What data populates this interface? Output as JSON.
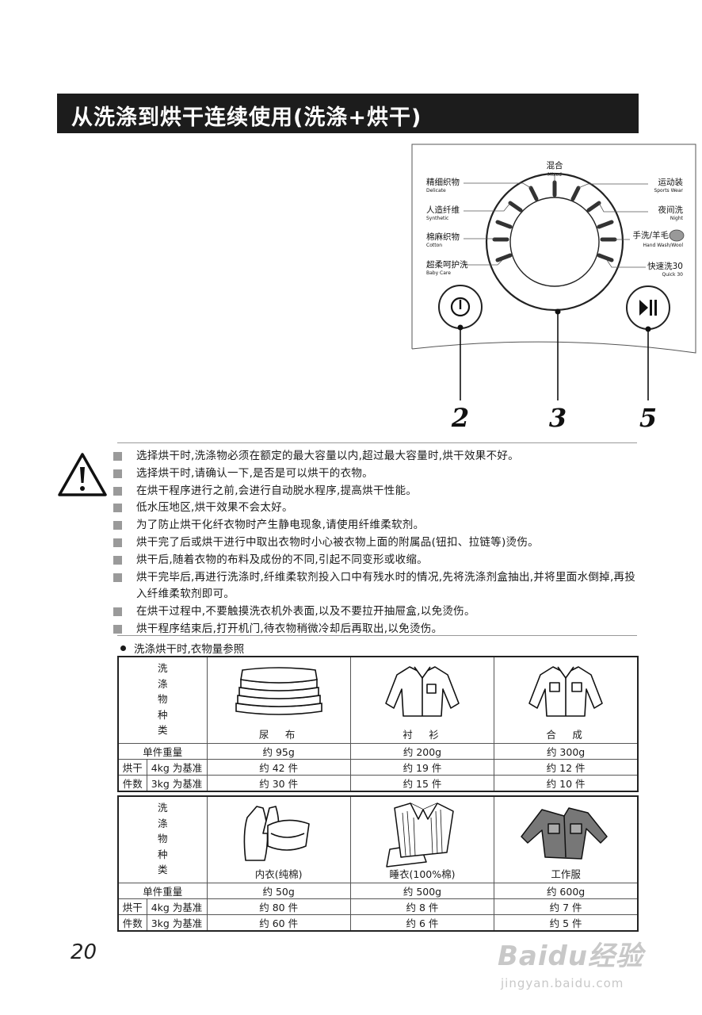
{
  "title": "从洗涤到烘干连续使用(洗涤+烘干)",
  "panel": {
    "top_label": {
      "zh": "混合",
      "en": "Mixed"
    },
    "left_labels": [
      {
        "zh": "精细织物",
        "en": "Delicate"
      },
      {
        "zh": "人造纤维",
        "en": "Synthetic"
      },
      {
        "zh": "棉麻织物",
        "en": "Cotton"
      },
      {
        "zh": "超柔呵护洗",
        "en": "Baby Care"
      }
    ],
    "right_labels": [
      {
        "zh": "运动装",
        "en": "Sports Wear"
      },
      {
        "zh": "夜间洗",
        "en": "Night"
      },
      {
        "zh": "手洗/羊毛",
        "en": "Hand Wash/Wool"
      },
      {
        "zh": "快速洗30",
        "en": "Quick 30"
      }
    ],
    "callouts": [
      "2",
      "3",
      "5"
    ]
  },
  "notes": [
    "选择烘干时,洗涤物必须在额定的最大容量以内,超过最大容量时,烘干效果不好。",
    "选择烘干时,请确认一下,是否是可以烘干的衣物。",
    "在烘干程序进行之前,会进行自动脱水程序,提高烘干性能。",
    "低水压地区,烘干效果不会太好。",
    "为了防止烘干化纤衣物时产生静电现象,请使用纤维柔软剂。",
    "烘干完了后或烘干进行中取出衣物时小心被衣物上面的附属品(钮扣、拉链等)烫伤。",
    "烘干后,随着衣物的布料及成份的不同,引起不同变形或收缩。",
    "烘干完毕后,再进行洗涤时,纤维柔软剂投入口中有残水时的情况,先将洗涤剂盒抽出,并将里面水倒掉,再投入纤维柔软剂即可。",
    "在烘干过程中,不要触摸洗衣机外表面,以及不要拉开抽屉盒,以免烫伤。",
    "烘干程序结束后,打开机门,待衣物稍微冷却后再取出,以免烫伤。"
  ],
  "reference_heading": "洗涤烘干时,衣物量参照",
  "tables": [
    {
      "type_label": "洗涤物种类",
      "items": [
        "尿　布",
        "衬　衫",
        "合　成"
      ],
      "icons": [
        "towel-stack-icon",
        "shirt-icon",
        "synthetic-shirt-icon"
      ],
      "unit_weight_label": "单件重量",
      "unit_weights": [
        "约 95g",
        "约 200g",
        "约 300g"
      ],
      "dry_label_1": "烘干",
      "dry_label_2": "件数",
      "row_4kg_label": "4kg 为基准",
      "row_3kg_label": "3kg 为基准",
      "count_4kg": [
        "约 42 件",
        "约 19 件",
        "约 12 件"
      ],
      "count_3kg": [
        "约 30 件",
        "约 15 件",
        "约 10 件"
      ]
    },
    {
      "type_label": "洗涤物种类",
      "items": [
        "内衣(纯棉)",
        "睡衣(100%棉)",
        "工作服"
      ],
      "icons": [
        "underwear-icon",
        "pajamas-icon",
        "work-jacket-icon"
      ],
      "unit_weight_label": "单件重量",
      "unit_weights": [
        "约 50g",
        "约 500g",
        "约 600g"
      ],
      "dry_label_1": "烘干",
      "dry_label_2": "件数",
      "row_4kg_label": "4kg 为基准",
      "row_3kg_label": "3kg 为基准",
      "count_4kg": [
        "约 80 件",
        "约 8 件",
        "约 7 件"
      ],
      "count_3kg": [
        "约 60 件",
        "约 6 件",
        "约 5 件"
      ]
    }
  ],
  "page_number": "20",
  "watermark": {
    "brand": "Baidu经验",
    "url": "jingyan.baidu.com"
  }
}
